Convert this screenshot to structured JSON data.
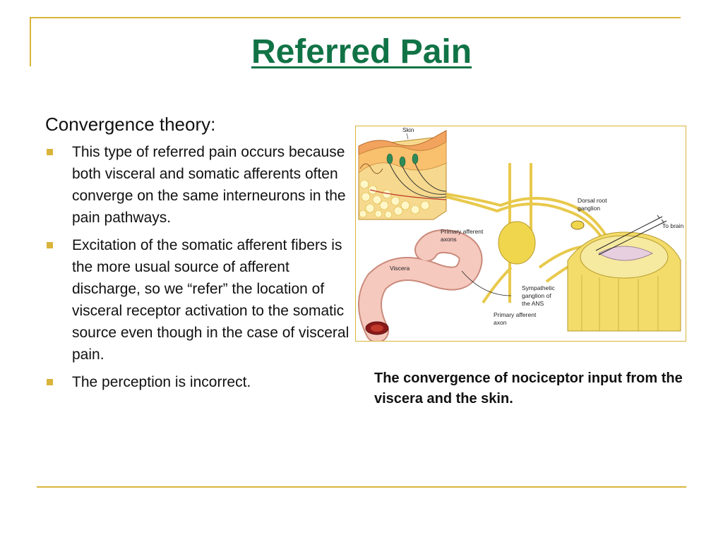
{
  "slide": {
    "title": "Referred Pain",
    "heading": "Convergence theory:",
    "bullets": [
      "This type of referred pain occurs because both visceral and somatic afferents often converge on the same interneurons in the pain pathways.",
      "Excitation of the somatic afferent fibers is the more  usual source of afferent discharge, so we “refer” the location of visceral receptor activation to the somatic source even though in the case of visceral pain.",
      "The perception is incorrect."
    ],
    "caption": "The convergence of nociceptor input from the viscera and the skin.",
    "colors": {
      "title": "#107346",
      "accent": "#d9b43a"
    }
  },
  "figure": {
    "labels": {
      "skin": "Skin",
      "dorsal_root_1": "Dorsal root",
      "dorsal_root_2": "ganglion",
      "to_brain": "To brain",
      "primary_afferent_axons_1": "Primary afferent",
      "primary_afferent_axons_2": "axons",
      "viscera": "Viscera",
      "sympathetic_1": "Sympathetic",
      "sympathetic_2": "ganglion of",
      "sympathetic_3": "the ANS",
      "primary_afferent_axon_1": "Primary afferent",
      "primary_afferent_axon_2": "axon"
    }
  }
}
